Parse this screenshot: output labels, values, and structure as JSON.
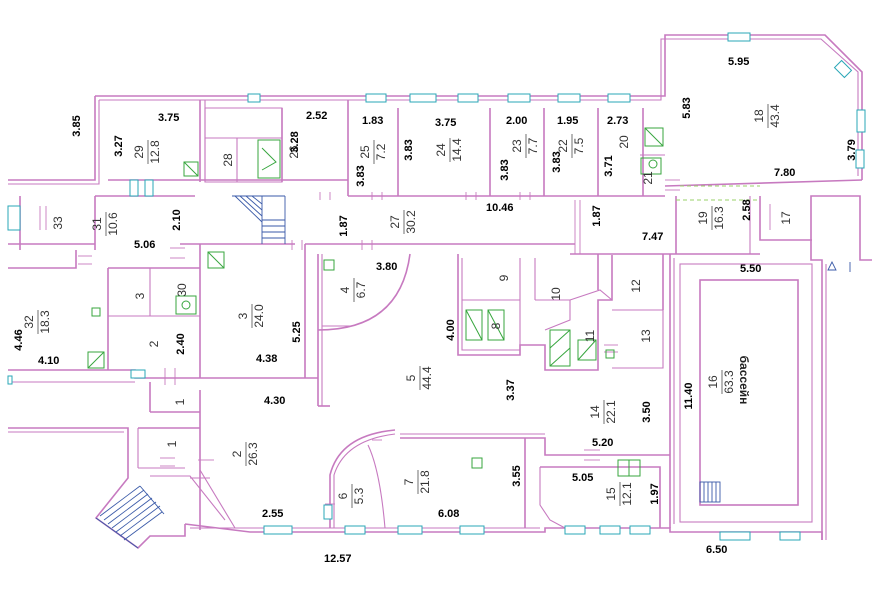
{
  "dimensions": {
    "d_385": "3.85",
    "d_375a": "3.75",
    "d_327": "3.27",
    "d_252": "2.52",
    "d_328": "3.28",
    "d_183": "1.83",
    "d_375b": "3.75",
    "d_200": "2.00",
    "d_195": "1.95",
    "d_273": "2.73",
    "d_595": "5.95",
    "d_583": "5.83",
    "d_379": "3.79",
    "d_780": "7.80",
    "d_383a": "3.83",
    "d_383b": "3.83",
    "d_383c": "3.83",
    "d_383d": "3.83",
    "d_371": "3.71",
    "d_210": "2.10",
    "d_506": "5.06",
    "d_187a": "1.87",
    "d_1046": "10.46",
    "d_187b": "1.87",
    "d_747": "7.47",
    "d_258": "2.58",
    "d_380": "3.80",
    "d_550": "5.50",
    "d_446": "4.46",
    "d_410": "4.10",
    "d_240": "2.40",
    "d_525": "5.25",
    "d_438": "4.38",
    "d_400": "4.00",
    "d_337": "3.37",
    "d_350": "3.50",
    "d_1140": "11.40",
    "d_430": "4.30",
    "d_520": "5.20",
    "d_505": "5.05",
    "d_197": "1.97",
    "d_355": "3.55",
    "d_255": "2.55",
    "d_608": "6.08",
    "d_1257": "12.57",
    "d_650": "6.50"
  },
  "rooms": [
    {
      "num": "29",
      "area": "12.8"
    },
    {
      "num": "28",
      "area": ""
    },
    {
      "num": "26",
      "area": ""
    },
    {
      "num": "25",
      "area": "7.2"
    },
    {
      "num": "24",
      "area": "14.4"
    },
    {
      "num": "23",
      "area": "7.7"
    },
    {
      "num": "22",
      "area": "7.5"
    },
    {
      "num": "20",
      "area": ""
    },
    {
      "num": "21",
      "area": ""
    },
    {
      "num": "18",
      "area": "43.4"
    },
    {
      "num": "33",
      "area": ""
    },
    {
      "num": "31",
      "area": "10.6"
    },
    {
      "num": "27",
      "area": "30.2"
    },
    {
      "num": "19",
      "area": "16.3"
    },
    {
      "num": "17",
      "area": ""
    },
    {
      "num": "32",
      "area": "18.3"
    },
    {
      "num": "3",
      "area": ""
    },
    {
      "num": "30",
      "area": ""
    },
    {
      "num": "2",
      "area": ""
    },
    {
      "num": "3",
      "area": "24.0"
    },
    {
      "num": "4",
      "area": "6.7"
    },
    {
      "num": "9",
      "area": ""
    },
    {
      "num": "10",
      "area": ""
    },
    {
      "num": "12",
      "area": ""
    },
    {
      "num": "8",
      "area": ""
    },
    {
      "num": "11",
      "area": ""
    },
    {
      "num": "13",
      "area": ""
    },
    {
      "num": "5",
      "area": "44.4"
    },
    {
      "num": "14",
      "area": "22.1"
    },
    {
      "num": "1",
      "area": ""
    },
    {
      "num": "1",
      "area": ""
    },
    {
      "num": "2",
      "area": "26.3"
    },
    {
      "num": "6",
      "area": "5.3"
    },
    {
      "num": "7",
      "area": "21.8"
    },
    {
      "num": "15",
      "area": "12.1"
    }
  ],
  "pool": {
    "label": "бассейн",
    "num": "16",
    "area": "63.3"
  }
}
